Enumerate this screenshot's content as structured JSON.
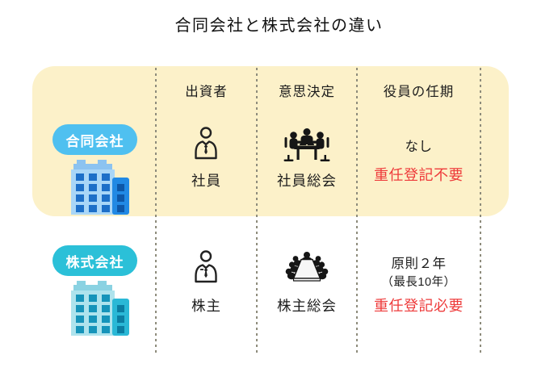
{
  "title": "合同会社と株式会社の違い",
  "colors": {
    "panel_bg": "#fcf1c9",
    "badge_llc": "#4fc0f0",
    "badge_kk": "#2bc0d8",
    "alert_red": "#ee3b3b",
    "divider": "#8e8c7c",
    "llc_building_main": "#a9d6f7",
    "llc_building_window": "#1d6fc8",
    "kk_building_main": "#aee3ed",
    "kk_building_window": "#1694ba"
  },
  "icons": {
    "llc_company": "building-blue-icon",
    "kk_company": "building-teal-icon",
    "investor": "businessperson-icon",
    "llc_decision": "people-at-table-icon",
    "kk_decision": "conference-table-icon"
  },
  "table": {
    "headers": [
      "出資者",
      "意思決定",
      "役員の任期"
    ],
    "rows": [
      {
        "company": "合同会社",
        "investor": "社員",
        "decision": "社員総会",
        "term": "なし",
        "term_note": "重任登記不要"
      },
      {
        "company": "株式会社",
        "investor": "株主",
        "decision": "株主総会",
        "term": "原則２年",
        "term_sub": "（最長10年）",
        "term_note": "重任登記必要"
      }
    ]
  }
}
